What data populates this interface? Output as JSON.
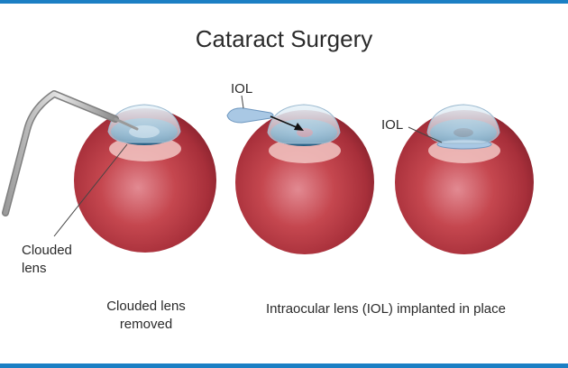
{
  "title": "Cataract Surgery",
  "labels": {
    "clouded_lens": "Clouded lens",
    "iol_stage2": "IOL",
    "iol_stage3": "IOL"
  },
  "captions": {
    "removed": "Clouded lens removed",
    "implanted": "Intraocular lens (IOL) implanted in place"
  },
  "colors": {
    "frame": "#1b7fc4",
    "eyeball": "#b3333f",
    "iris": "#2f6d96",
    "pupil": "#283d57",
    "text": "#2a2a2a"
  }
}
